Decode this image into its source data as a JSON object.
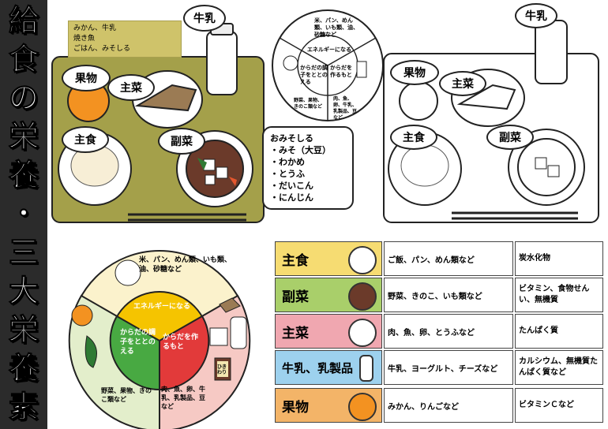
{
  "vertical_title": [
    "給",
    "食",
    "の",
    "栄",
    "養",
    "・",
    "三",
    "大",
    "栄",
    "養",
    "素"
  ],
  "tray_color": "#a4a04a",
  "menu_box": [
    "みかん、牛乳",
    "焼き魚",
    "ごはん、みそしる"
  ],
  "labels": {
    "gyunyu": "牛乳",
    "kudamono": "果物",
    "shusai": "主菜",
    "shushoku": "主食",
    "fukusai": "副菜"
  },
  "callout": {
    "title": "おみそしる",
    "items": [
      "・みそ（大豆）",
      "・わかめ",
      "・とうふ",
      "・だいこん",
      "・にんじん"
    ]
  },
  "small_pie": {
    "top": "米、パン、めん類、いも類、油、砂糖など",
    "energy": "エネルギーになる",
    "left_inner": "からだの調子をととのえる",
    "right_inner": "からだを作るもと",
    "bottom_left": "野菜、果物、きのこ類など",
    "bottom_right": "肉、魚、卵、牛乳、乳製品、豆など"
  },
  "big_pie": {
    "top": "米、パン、めん類、いも類、油、砂糖など",
    "energy": "エネルギーになる",
    "left_inner": "からだの調子をととのえる",
    "right_inner": "からだを作るもと",
    "bottom_left": "野菜、果物、きのこ類など",
    "bottom_right": "肉、魚、卵、牛乳、乳製品、豆など",
    "natto": "ひきわり"
  },
  "table": [
    {
      "name": "主食",
      "foods": "ご飯、パン、めん類など",
      "nutrient": "炭水化物",
      "color": "#f6dc72"
    },
    {
      "name": "副菜",
      "foods": "野菜、きのこ、いも類など",
      "nutrient": "ビタミン、食物せんい、無機質",
      "color": "#a9cf6a"
    },
    {
      "name": "主菜",
      "foods": "肉、魚、卵、とうふなど",
      "nutrient": "たんぱく質",
      "color": "#f0a7b0"
    },
    {
      "name": "牛乳、乳製品",
      "foods": "牛乳、ヨーグルト、チーズなど",
      "nutrient": "カルシウム、無機質たんぱく質など",
      "color": "#9dd1ee"
    },
    {
      "name": "果物",
      "foods": "みかん、りんごなど",
      "nutrient": "ビタミンＣなど",
      "color": "#f3b468"
    }
  ]
}
